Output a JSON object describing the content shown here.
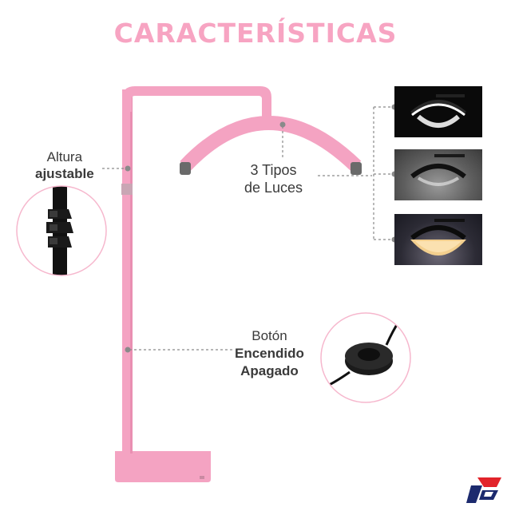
{
  "title": "CARACTERÍSTICAS",
  "labels": {
    "altura_line1": "Altura",
    "altura_line2": "ajustable",
    "luces_line1": "3 Tipos",
    "luces_line2": "de Luces",
    "boton_line1": "Botón",
    "boton_line2": "Encendido",
    "boton_line3": "Apagado"
  },
  "colors": {
    "title": "#f7a4c2",
    "lamp_pink": "#f4a3c2",
    "circle_outline": "#f6b7cd",
    "dotted_line": "#8a8a8a",
    "logo_red": "#e2232a",
    "logo_blue": "#1c2a6e"
  },
  "icons": [
    "adjustable-clamp-icon",
    "power-switch-icon",
    "light-white-icon",
    "light-neutral-icon",
    "light-warm-icon",
    "brand-logo-icon"
  ]
}
